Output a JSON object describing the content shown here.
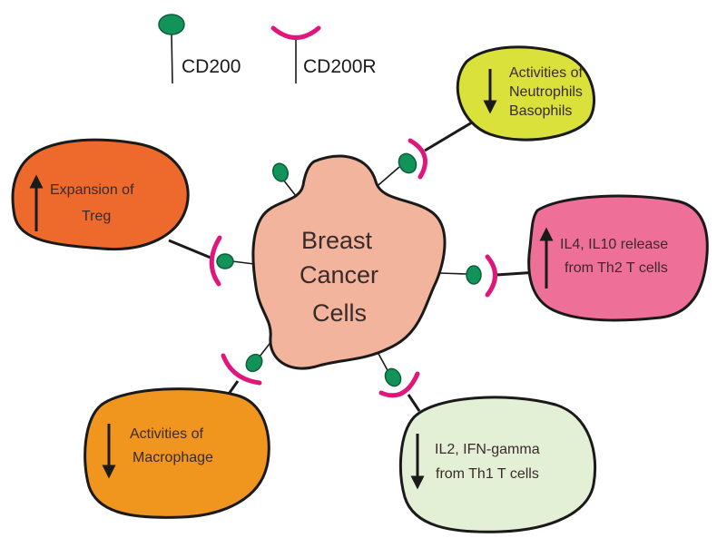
{
  "legend": {
    "cd200_label": "CD200",
    "cd200r_label": "CD200R"
  },
  "center": {
    "line1": "Breast",
    "line2": "Cancer",
    "line3": "Cells"
  },
  "cells": {
    "neutrophils": {
      "line1": "Activities of",
      "line2": "Neutrophils",
      "line3": "Basophils",
      "arrow": "down",
      "color": "#d9e13a"
    },
    "treg": {
      "line1": "Expansion of",
      "line2": "Treg",
      "arrow": "up",
      "color": "#ee6a2c"
    },
    "th2": {
      "line1": "IL4, IL10 release",
      "line2": "from Th2 T cells",
      "arrow": "up",
      "color": "#ee7099"
    },
    "macrophage": {
      "line1": "Activities of",
      "line2": "Macrophage",
      "arrow": "down",
      "color": "#f0951e"
    },
    "th1": {
      "line1": "IL2, IFN-gamma",
      "line2": "from Th1 T cells",
      "arrow": "down",
      "color": "#e3f0d6"
    }
  },
  "colors": {
    "cancer_cell": "#f2b49c",
    "cd200": "#12935a",
    "cd200r": "#e0167d"
  }
}
